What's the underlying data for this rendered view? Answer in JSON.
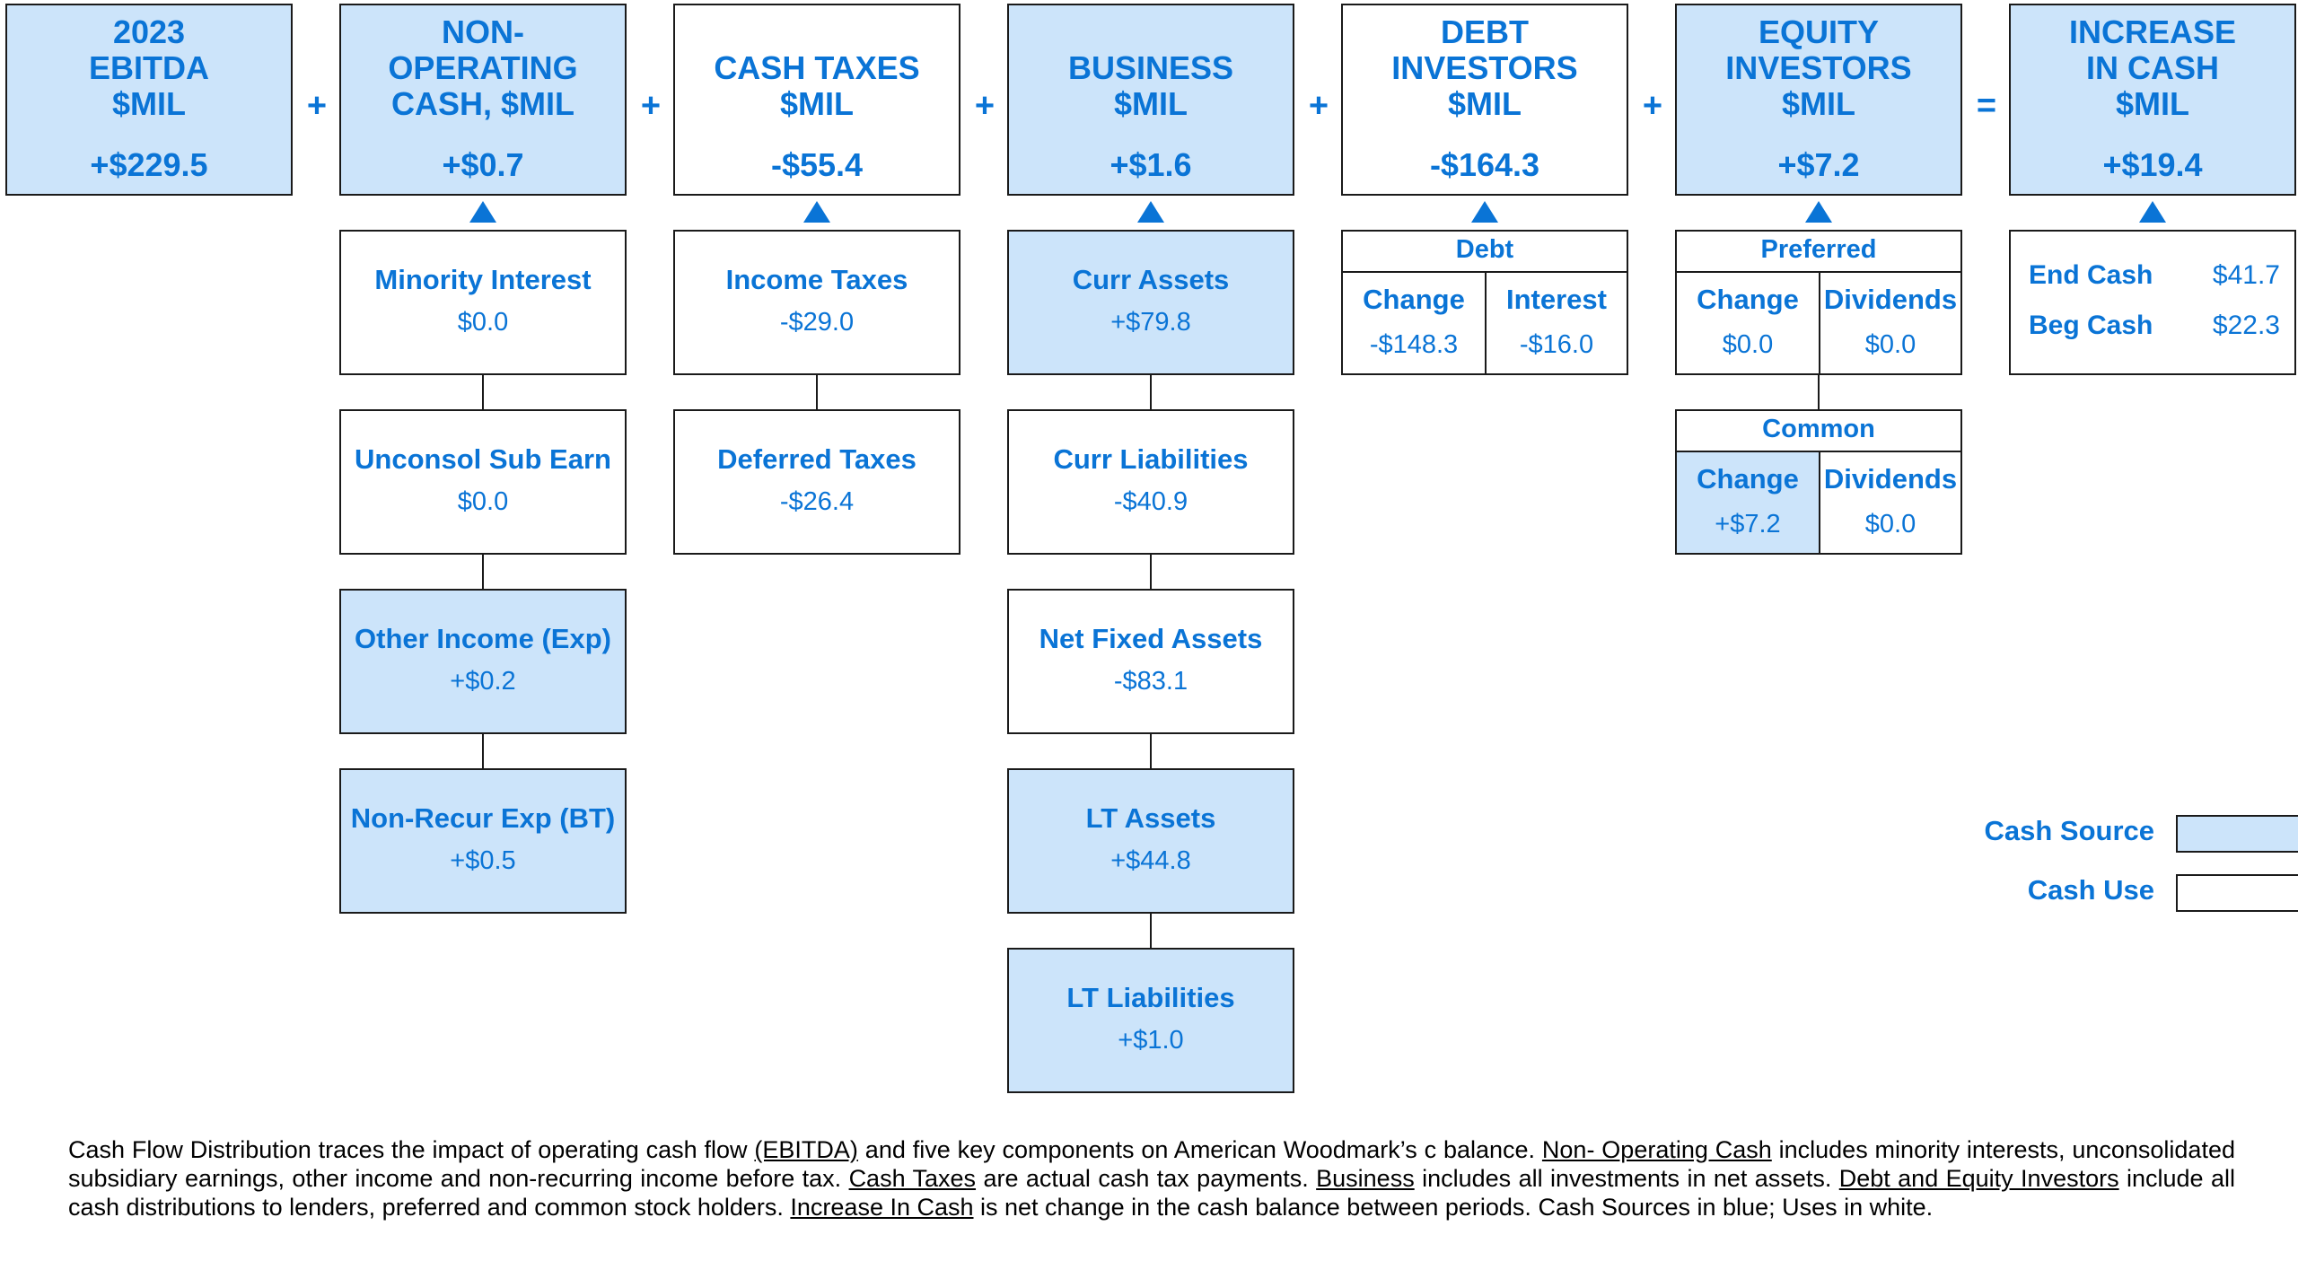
{
  "headers": [
    {
      "title": "2023\nEBITDA\n$MIL",
      "value": "+$229.5",
      "type": "source"
    },
    {
      "title": "NON-\nOPERATING\nCASH, $MIL",
      "value": "+$0.7",
      "type": "source"
    },
    {
      "title": "CASH TAXES\n$MIL",
      "value": "-$55.4",
      "type": "use"
    },
    {
      "title": "BUSINESS\n$MIL",
      "value": "+$1.6",
      "type": "source"
    },
    {
      "title": "DEBT\nINVESTORS\n$MIL",
      "value": "-$164.3",
      "type": "use"
    },
    {
      "title": "EQUITY\nINVESTORS\n$MIL",
      "value": "+$7.2",
      "type": "source"
    },
    {
      "title": "INCREASE\nIN CASH\n$MIL",
      "value": "+$19.4",
      "type": "source"
    }
  ],
  "operators": [
    "+",
    "+",
    "+",
    "+",
    "+",
    "="
  ],
  "non_operating": [
    {
      "label": "Minority Interest",
      "value": "$0.0",
      "type": "use"
    },
    {
      "label": "Unconsol Sub Earn",
      "value": "$0.0",
      "type": "use"
    },
    {
      "label": "Other Income (Exp)",
      "value": "+$0.2",
      "type": "source"
    },
    {
      "label": "Non-Recur Exp (BT)",
      "value": "+$0.5",
      "type": "source"
    }
  ],
  "cash_taxes": [
    {
      "label": "Income Taxes",
      "value": "-$29.0",
      "type": "use"
    },
    {
      "label": "Deferred Taxes",
      "value": "-$26.4",
      "type": "use"
    }
  ],
  "business": [
    {
      "label": "Curr Assets",
      "value": "+$79.8",
      "type": "source"
    },
    {
      "label": "Curr Liabilities",
      "value": "-$40.9",
      "type": "use"
    },
    {
      "label": "Net Fixed Assets",
      "value": "-$83.1",
      "type": "use"
    },
    {
      "label": "LT Assets",
      "value": "+$44.8",
      "type": "source"
    },
    {
      "label": "LT Liabilities",
      "value": "+$1.0",
      "type": "source"
    }
  ],
  "debt": {
    "title": "Debt",
    "cells": [
      {
        "label": "Change",
        "value": "-$148.3",
        "type": "use"
      },
      {
        "label": "Interest",
        "value": "-$16.0",
        "type": "use"
      }
    ]
  },
  "preferred": {
    "title": "Preferred",
    "cells": [
      {
        "label": "Change",
        "value": "$0.0",
        "type": "use"
      },
      {
        "label": "Dividends",
        "value": "$0.0",
        "type": "use"
      }
    ]
  },
  "common": {
    "title": "Common",
    "cells": [
      {
        "label": "Change",
        "value": "+$7.2",
        "type": "source"
      },
      {
        "label": "Dividends",
        "value": "$0.0",
        "type": "use"
      }
    ]
  },
  "cash_balance": {
    "end_label": "End Cash",
    "end_value": "$41.7",
    "beg_label": "Beg Cash",
    "beg_value": "$22.3"
  },
  "legend": {
    "source_label": "Cash Source",
    "use_label": "Cash Use"
  },
  "colors": {
    "source_fill": "#cce4fa",
    "use_fill": "#ffffff",
    "accent": "#0a74d6"
  },
  "footnote": {
    "p1": "Cash Flow Distribution traces the impact of operating cash flow ",
    "u1": "(EBITDA)",
    "p2": " and five key components on American Woodmark’s c balance.  ",
    "u2": "Non- Operating Cash",
    "p3": " includes minority interests, unconsolidated subsidiary earnings, other income and non-recurring  income before tax. ",
    "u3": "Cash Taxes",
    "p4": " are actual cash tax payments.  ",
    "u4": "Business",
    "p5": " includes all investments in net assets.  ",
    "u5": "Debt and Equity Investors",
    "p6": " include all cash distributions to lenders, preferred and common stock holders.  ",
    "u6": "Increase In Cash",
    "p7": " is net change in the cash balance between periods.  Cash Sources in blue; Uses in white."
  }
}
